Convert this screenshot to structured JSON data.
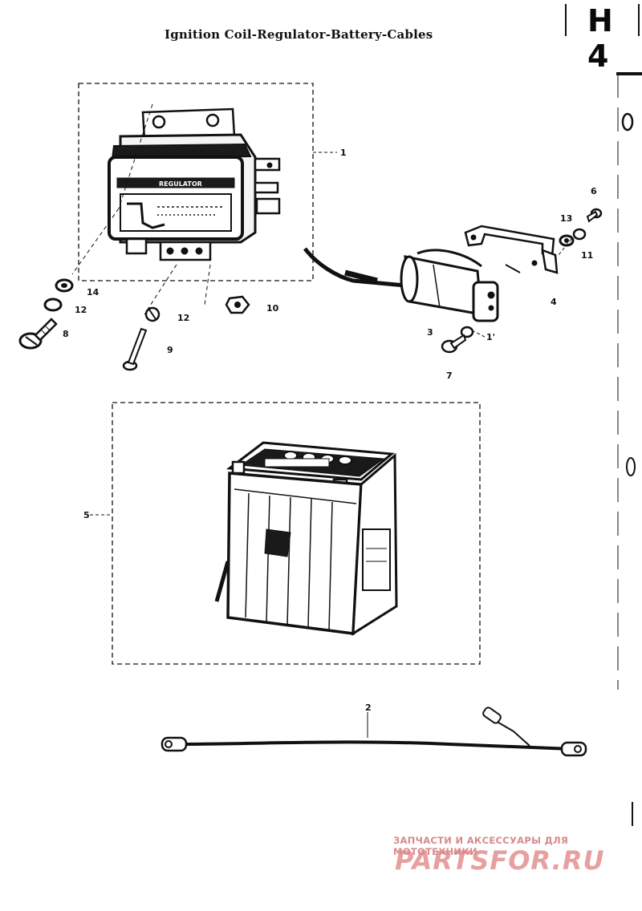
{
  "header": {
    "title": "Ignition Coil-Regulator-Battery-Cables",
    "page_code": "H 4"
  },
  "regulator_label": "REGULATOR",
  "callouts": {
    "c1": "1",
    "c2": "2",
    "c3": "3",
    "c4": "4",
    "c5": "5",
    "c6": "6",
    "c7": "7",
    "c8": "8",
    "c9": "9",
    "c10": "10",
    "c11": "11",
    "c12a": "12",
    "c12b": "12",
    "c13": "13",
    "c14": "14",
    "c17": "1'"
  },
  "watermark": {
    "tagline": "ЗАПЧАСТИ И АКСЕССУАРЫ ДЛЯ МОТОТЕХНИКИ",
    "logo_text": "PARTSFOR.RU",
    "color": "#e7a0a0"
  }
}
